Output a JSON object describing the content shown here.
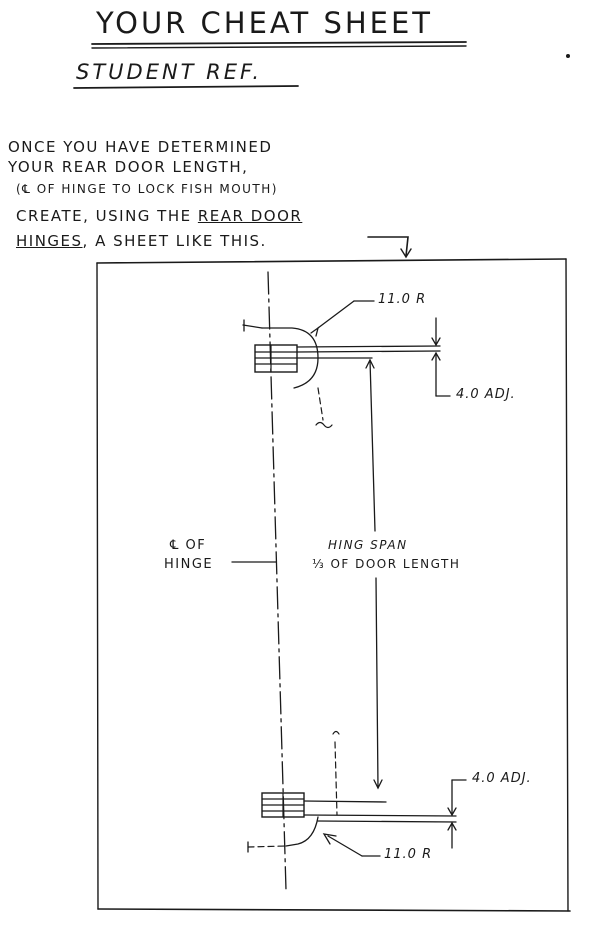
{
  "header": {
    "title": "YOUR CHEAT SHEET",
    "subtitle": "STUDENT REF."
  },
  "instructions": {
    "line1": "ONCE YOU HAVE DETERMINED",
    "line2": "YOUR REAR DOOR LENGTH,",
    "line3": "(℄ OF HINGE TO LOCK FISH MOUTH)",
    "line4_prefix": "CREATE, USING THE ",
    "line4_link": "REAR DOOR",
    "line5_link": "HINGES",
    "line5_suffix": ", A SHEET LIKE THIS."
  },
  "drawing": {
    "top_radius_label": "11.0 R",
    "top_adj_label": "4.0 ADJ.",
    "bottom_adj_label": "4.0 ADJ.",
    "bottom_radius_label": "11.0 R",
    "centerline_label_line1": "℄ OF",
    "centerline_label_line2": "HINGE",
    "span_label_line1": "HING SPAN",
    "span_label_line2": "⅓ OF DOOR LENGTH"
  }
}
